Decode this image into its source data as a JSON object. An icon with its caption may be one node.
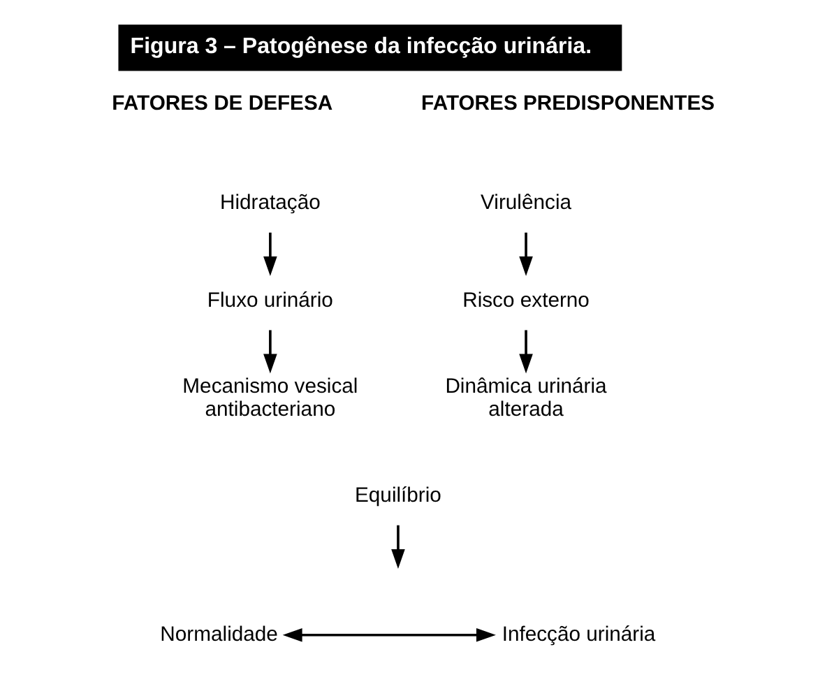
{
  "diagram": {
    "title": "Figura 3 – Patogênese da infecção urinária.",
    "nodes": [
      {
        "text": [
          "Hidratação"
        ]
      },
      {
        "text": [
          "Fluxo urinário"
        ]
      },
      {
        "text": [
          "Mecanismo vesical antibacteriano"
        ]
      },
      {
        "text": [
          "Virulência"
        ]
      },
      {
        "text": [
          "Risco externo"
        ]
      },
      {
        "text": [
          "Dinâmica urinária alterada"
        ]
      },
      {
        "text": [
          "Equilíbrio"
        ]
      },
      {
        "text": [
          "Normalidade"
        ]
      },
      {
        "text": [
          "Infecção urinária"
        ]
      }
    ],
    "edges": [
      {
        "from": 0,
        "to": 1,
        "arrow": "to"
      },
      {
        "from": 1,
        "to": 2,
        "arrow": "to"
      },
      {
        "from": 3,
        "to": 4,
        "arrow": "to"
      },
      {
        "from": 4,
        "to": 5,
        "arrow": "to"
      },
      {
        "from": 6,
        "to": null,
        "arrow": "to"
      },
      {
        "from": 7,
        "to": 8,
        "arrow": "both"
      }
    ],
    "labels": [
      "FATORES DE DEFESA",
      "FATORES PREDISPONENTES"
    ]
  }
}
